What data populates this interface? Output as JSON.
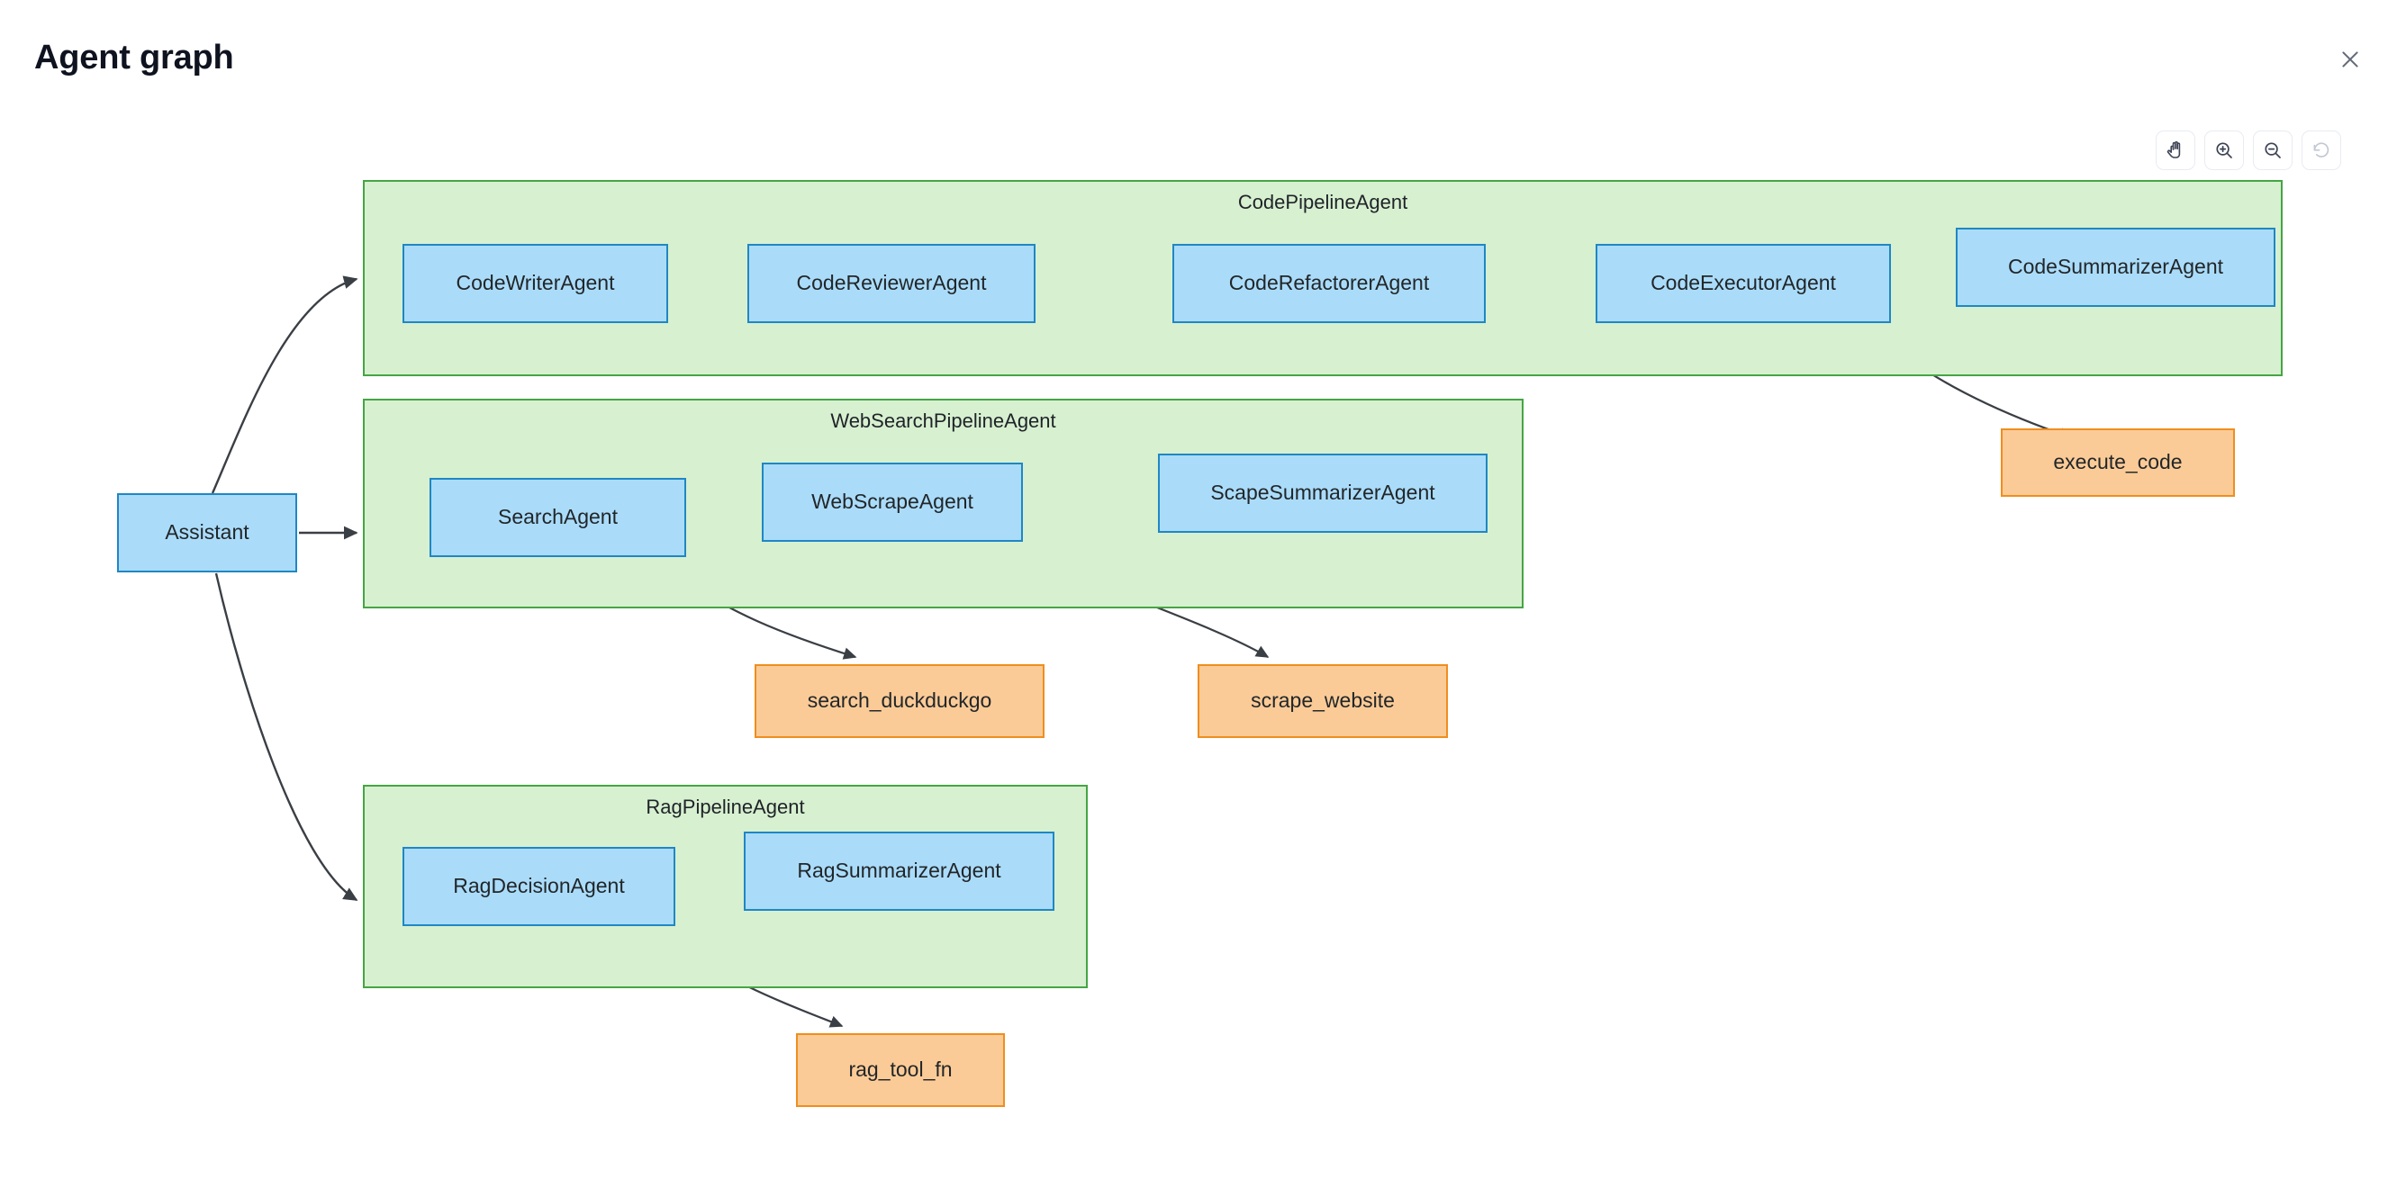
{
  "header": {
    "title": "Agent graph",
    "close_icon": "close-icon"
  },
  "toolbar": {
    "buttons": [
      {
        "name": "pan-tool-button",
        "icon": "hand-icon",
        "label": "Pan",
        "disabled": false
      },
      {
        "name": "zoom-in-button",
        "icon": "zoom-in-icon",
        "label": "Zoom in",
        "disabled": false
      },
      {
        "name": "zoom-out-button",
        "icon": "zoom-out-icon",
        "label": "Zoom out",
        "disabled": false
      },
      {
        "name": "reset-view-button",
        "icon": "reset-view-icon",
        "label": "Reset",
        "disabled": true
      }
    ]
  },
  "graph": {
    "colors": {
      "agent_fill": "#aadcfa",
      "agent_border": "#1f87c4",
      "tool_fill": "#fbcb97",
      "tool_border": "#ef8e1e",
      "group_fill": "#d7f0d0",
      "group_border": "#45a544",
      "edge": "#3a3f45",
      "canvas": "#ffffff"
    },
    "root": {
      "label": "Assistant"
    },
    "groups": [
      {
        "label": "CodePipelineAgent",
        "nodes": [
          {
            "label": "CodeWriterAgent"
          },
          {
            "label": "CodeReviewerAgent"
          },
          {
            "label": "CodeRefactorerAgent"
          },
          {
            "label": "CodeExecutorAgent"
          },
          {
            "label": "CodeSummarizerAgent"
          }
        ]
      },
      {
        "label": "WebSearchPipelineAgent",
        "nodes": [
          {
            "label": "SearchAgent"
          },
          {
            "label": "WebScrapeAgent"
          },
          {
            "label": "ScapeSummarizerAgent"
          }
        ]
      },
      {
        "label": "RagPipelineAgent",
        "nodes": [
          {
            "label": "RagDecisionAgent"
          },
          {
            "label": "RagSummarizerAgent"
          }
        ]
      }
    ],
    "tools": [
      {
        "label": "execute_code"
      },
      {
        "label": "search_duckduckgo"
      },
      {
        "label": "scrape_website"
      },
      {
        "label": "rag_tool_fn"
      }
    ],
    "edges": [
      {
        "from": "Assistant",
        "to": "CodePipelineAgent",
        "style": "thin"
      },
      {
        "from": "Assistant",
        "to": "WebSearchPipelineAgent",
        "style": "thin"
      },
      {
        "from": "Assistant",
        "to": "RagPipelineAgent",
        "style": "thin"
      },
      {
        "from": "CodeWriterAgent",
        "to": "CodeReviewerAgent",
        "style": "thick"
      },
      {
        "from": "CodeReviewerAgent",
        "to": "CodeRefactorerAgent",
        "style": "thick"
      },
      {
        "from": "CodeRefactorerAgent",
        "to": "CodeExecutorAgent",
        "style": "thick"
      },
      {
        "from": "CodeExecutorAgent",
        "to": "CodeSummarizerAgent",
        "style": "thick"
      },
      {
        "from": "CodeExecutorAgent",
        "to": "execute_code",
        "style": "thin"
      },
      {
        "from": "SearchAgent",
        "to": "WebScrapeAgent",
        "style": "thick"
      },
      {
        "from": "WebScrapeAgent",
        "to": "ScapeSummarizerAgent",
        "style": "thick"
      },
      {
        "from": "SearchAgent",
        "to": "search_duckduckgo",
        "style": "thin"
      },
      {
        "from": "WebScrapeAgent",
        "to": "scrape_website",
        "style": "thin"
      },
      {
        "from": "RagDecisionAgent",
        "to": "RagSummarizerAgent",
        "style": "thick"
      },
      {
        "from": "RagDecisionAgent",
        "to": "rag_tool_fn",
        "style": "thin"
      }
    ]
  }
}
